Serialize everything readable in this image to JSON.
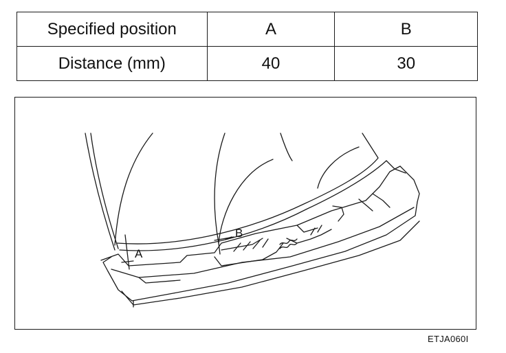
{
  "table": {
    "row1": {
      "header": "Specified position",
      "a": "A",
      "b": "B"
    },
    "row2": {
      "header": "Distance (mm)",
      "a": "40",
      "b": "30"
    }
  },
  "figure": {
    "label_a": "A",
    "label_b": "B",
    "code": "ETJA060I"
  }
}
